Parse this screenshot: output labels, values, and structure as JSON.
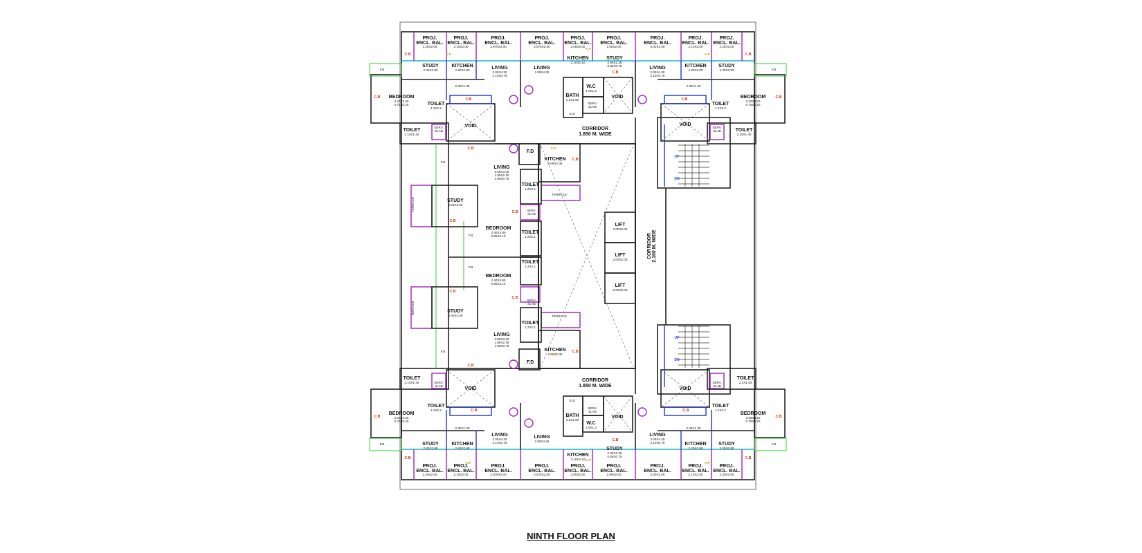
{
  "title": "NINTH FLOOR PLAN",
  "labels": {
    "proj_encl_bal": "PROJ.\nENCL. BAL.",
    "study": "STUDY",
    "kitchen": "KITCHEN",
    "living": "LIVING",
    "bedroom": "BEDROOM",
    "toilet": "TOILET",
    "bath": "BATH",
    "wc": "W.C",
    "void": "VOID",
    "serv_slab": "SERV.\nSLAB",
    "fb": "F.B",
    "cb": "C.B",
    "kp": "K.P",
    "ed": "E.D",
    "fd": "F.D",
    "terrace": "TERRACE",
    "lift": "LIFT",
    "up": "UP",
    "dn": "DN",
    "corridor": "CORRIDOR",
    "corridor_side": "CORRIDOR\n2.100 M. WIDE"
  },
  "rooms": {
    "bal_225x200": "2.25X2.00",
    "bal_210x200": "2.10X2.00",
    "bal_2975x200": "2.975X2.00",
    "bal_2875x200": "2.875X2.00",
    "bal_205x200": "2.05X2.00",
    "bal_280x200": "2.80X2.00",
    "bal_300x200": "3.00X2.00",
    "study_225x290": "2.25X2.90",
    "kitchen_220x290": "2.20X2.90",
    "living_top_l": "3.00X4.30\n2.10X0.75",
    "living_290x425": "2.90X4.25",
    "kitchen_210x210": "2.10X2.10",
    "study_290x235": "2.90X2.35\n0.85X0.75",
    "living_top_r": "3.00X4.30\n2.10X0.75",
    "bedroom_320": "3.20X3.20\n0.75X0.20",
    "toilet_12x22": "1.2X2.2",
    "toilet_210x140": "2.10X1.40",
    "toilet_21x140": "2.1X1.40",
    "bath_12x160": "1.2X1.60",
    "wc_10x12": "1.0X1.2",
    "dim_230x130": "2.30X1.30",
    "living_mid": "3.05X3.30\n1.95X2.15\n1.85X0.75",
    "kitchen_205x235": "2.05X2.35",
    "toilet_12x21": "1.2X2.1",
    "study_300x200": "3.00X2.00",
    "bedroom_mid": "2.40X3.80\n0.65X2.10",
    "bedroom_mid2": "2.40X3.80\n0.65X2.10",
    "lift_200x200": "2.00X2.00",
    "corridor_1850": "1.850 M. WIDE"
  },
  "colors": {
    "cyan": "#19b6c8",
    "blue": "#2233cc",
    "magenta": "#a020c0",
    "green": "#33cc33",
    "orange": "#cc3300",
    "yellow": "#b8a400"
  }
}
